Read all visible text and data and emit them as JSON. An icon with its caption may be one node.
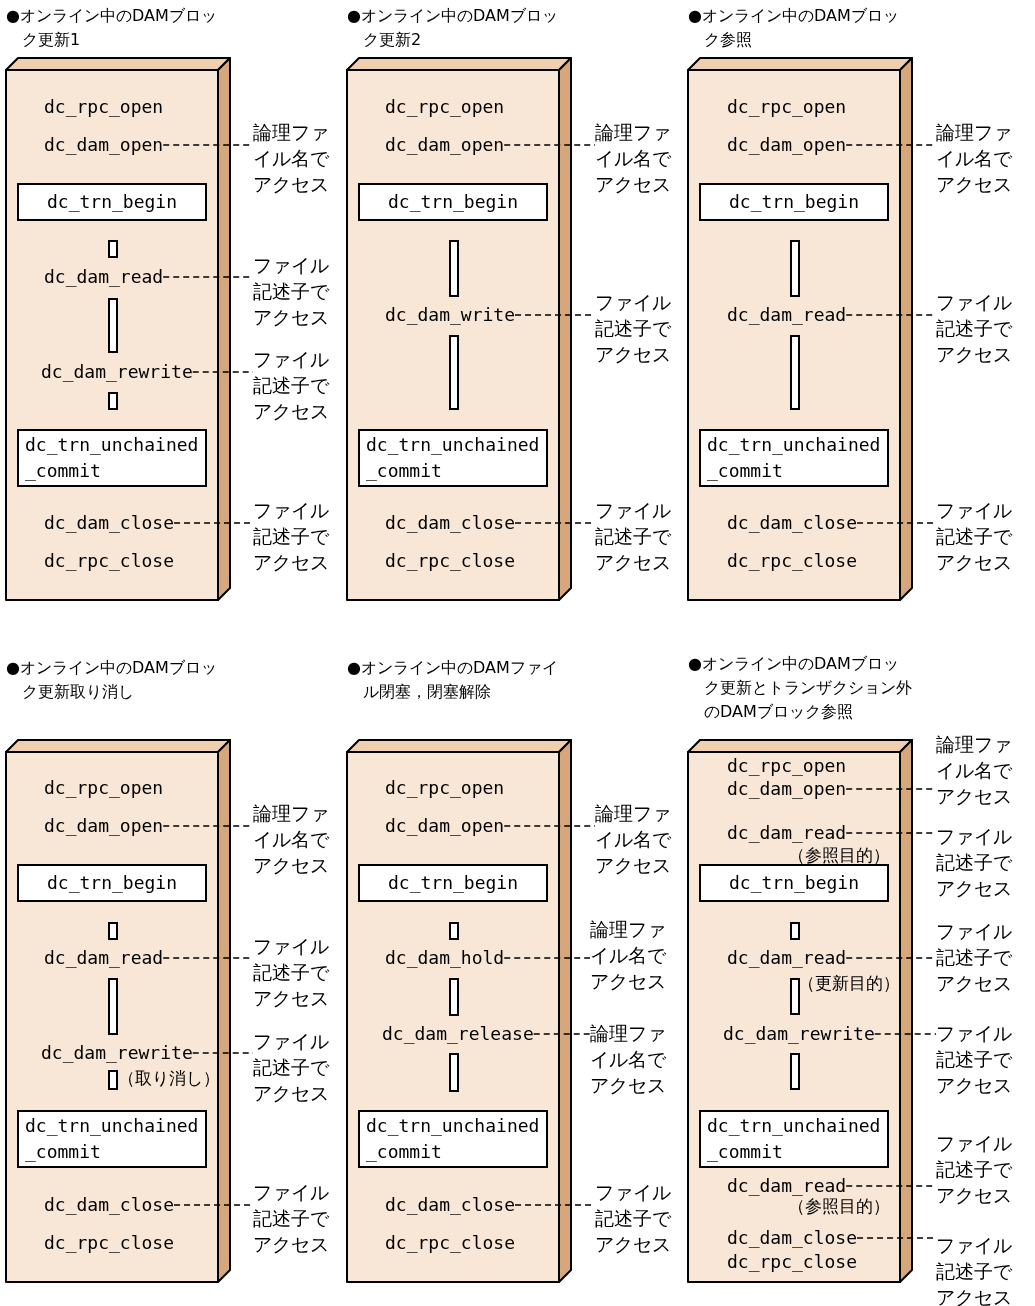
{
  "diagram": {
    "nodes": [
      {
        "text": [
          "●オンライン中のDAMブロック更新1"
        ]
      },
      {
        "text": [
          "dc_rpc_open"
        ],
        "in": 0
      },
      {
        "text": [
          "dc_dam_open"
        ],
        "in": 0
      },
      {
        "text": [
          "dc_trn_begin"
        ],
        "in": 0
      },
      {
        "text": [],
        "shape": "bar",
        "in": 0
      },
      {
        "text": [
          "dc_dam_read"
        ],
        "in": 0
      },
      {
        "text": [],
        "shape": "bar",
        "in": 0
      },
      {
        "text": [
          "dc_dam_rewrite"
        ],
        "in": 0
      },
      {
        "text": [],
        "shape": "bar",
        "in": 0
      },
      {
        "text": [
          "dc_trn_unchained _commit"
        ],
        "in": 0
      },
      {
        "text": [
          "dc_dam_close"
        ],
        "in": 0
      },
      {
        "text": [
          "dc_rpc_close"
        ],
        "in": 0
      },
      {
        "text": [
          "論理ファイル名でアクセス"
        ]
      },
      {
        "text": [
          "ファイル記述子でアクセス"
        ]
      },
      {
        "text": [
          "ファイル記述子でアクセス"
        ]
      },
      {
        "text": [
          "ファイル記述子でアクセス"
        ]
      },
      {
        "text": [
          "●オンライン中のDAMブロック更新2"
        ]
      },
      {
        "text": [
          "dc_rpc_open"
        ],
        "in": 16
      },
      {
        "text": [
          "dc_dam_open"
        ],
        "in": 16
      },
      {
        "text": [
          "dc_trn_begin"
        ],
        "in": 16
      },
      {
        "text": [],
        "shape": "bar",
        "in": 16
      },
      {
        "text": [
          "dc_dam_write"
        ],
        "in": 16
      },
      {
        "text": [],
        "shape": "bar",
        "in": 16
      },
      {
        "text": [
          "dc_trn_unchained _commit"
        ],
        "in": 16
      },
      {
        "text": [
          "dc_dam_close"
        ],
        "in": 16
      },
      {
        "text": [
          "dc_rpc_close"
        ],
        "in": 16
      },
      {
        "text": [
          "論理ファイル名でアクセス"
        ]
      },
      {
        "text": [
          "ファイル記述子でアクセス"
        ]
      },
      {
        "text": [
          "ファイル記述子でアクセス"
        ]
      },
      {
        "text": [
          "●オンライン中のDAMブロック参照"
        ]
      },
      {
        "text": [
          "dc_rpc_open"
        ],
        "in": 29
      },
      {
        "text": [
          "dc_dam_open"
        ],
        "in": 29
      },
      {
        "text": [
          "dc_trn_begin"
        ],
        "in": 29
      },
      {
        "text": [],
        "shape": "bar",
        "in": 29
      },
      {
        "text": [
          "dc_dam_read"
        ],
        "in": 29
      },
      {
        "text": [],
        "shape": "bar",
        "in": 29
      },
      {
        "text": [
          "dc_trn_unchained _commit"
        ],
        "in": 29
      },
      {
        "text": [
          "dc_dam_close"
        ],
        "in": 29
      },
      {
        "text": [
          "dc_rpc_close"
        ],
        "in": 29
      },
      {
        "text": [
          "論理ファイル名でアクセス"
        ]
      },
      {
        "text": [
          "ファイル記述子でアクセス"
        ]
      },
      {
        "text": [
          "ファイル記述子でアクセス"
        ]
      },
      {
        "text": [
          "●オンライン中のDAMブロック更新取り消し"
        ]
      },
      {
        "text": [
          "dc_rpc_open"
        ],
        "in": 42
      },
      {
        "text": [
          "dc_dam_open"
        ],
        "in": 42
      },
      {
        "text": [
          "dc_trn_begin"
        ],
        "in": 42
      },
      {
        "text": [],
        "shape": "bar",
        "in": 42
      },
      {
        "text": [
          "dc_dam_read"
        ],
        "in": 42
      },
      {
        "text": [],
        "shape": "bar",
        "in": 42
      },
      {
        "text": [
          "dc_dam_rewrite"
        ],
        "beside": [
          "（取り消し）"
        ],
        "in": 42
      },
      {
        "text": [],
        "shape": "bar",
        "in": 42
      },
      {
        "text": [
          "dc_trn_unchained _commit"
        ],
        "in": 42
      },
      {
        "text": [
          "dc_dam_close"
        ],
        "in": 42
      },
      {
        "text": [
          "dc_rpc_close"
        ],
        "in": 42
      },
      {
        "text": [
          "論理ファイル名でアクセス"
        ]
      },
      {
        "text": [
          "ファイル記述子でアクセス"
        ]
      },
      {
        "text": [
          "ファイル記述子でアクセス"
        ]
      },
      {
        "text": [
          "ファイル記述子でアクセス"
        ]
      },
      {
        "text": [
          "●オンライン中のDAMファイル閉塞，閉塞解除"
        ]
      },
      {
        "text": [
          "dc_rpc_open"
        ],
        "in": 58
      },
      {
        "text": [
          "dc_dam_open"
        ],
        "in": 58
      },
      {
        "text": [
          "dc_trn_begin"
        ],
        "in": 58
      },
      {
        "text": [],
        "shape": "bar",
        "in": 58
      },
      {
        "text": [
          "dc_dam_hold"
        ],
        "in": 58
      },
      {
        "text": [],
        "shape": "bar",
        "in": 58
      },
      {
        "text": [
          "dc_dam_release"
        ],
        "in": 58
      },
      {
        "text": [],
        "shape": "bar",
        "in": 58
      },
      {
        "text": [
          "dc_trn_unchained _commit"
        ],
        "in": 58
      },
      {
        "text": [
          "dc_dam_close"
        ],
        "in": 58
      },
      {
        "text": [
          "dc_rpc_close"
        ],
        "in": 58
      },
      {
        "text": [
          "論理ファイル名でアクセス"
        ]
      },
      {
        "text": [
          "論理ファイル名でアクセス"
        ]
      },
      {
        "text": [
          "論理ファイル名でアクセス"
        ]
      },
      {
        "text": [
          "ファイル記述子でアクセス"
        ]
      },
      {
        "text": [
          "●オンライン中のDAMブロック更新とトランザクション外のDAMブロック参照"
        ]
      },
      {
        "text": [
          "dc_rpc_open"
        ],
        "in": 74
      },
      {
        "text": [
          "dc_dam_open"
        ],
        "in": 74
      },
      {
        "text": [
          "dc_dam_read"
        ],
        "beside": [
          "（参照目的）"
        ],
        "in": 74
      },
      {
        "text": [
          "dc_trn_begin"
        ],
        "in": 74
      },
      {
        "text": [],
        "shape": "bar",
        "in": 74
      },
      {
        "text": [
          "dc_dam_read"
        ],
        "beside": [
          "（更新目的）"
        ],
        "in": 74
      },
      {
        "text": [],
        "shape": "bar",
        "in": 74
      },
      {
        "text": [
          "dc_dam_rewrite"
        ],
        "in": 74
      },
      {
        "text": [],
        "shape": "bar",
        "in": 74
      },
      {
        "text": [
          "dc_trn_unchained _commit"
        ],
        "in": 74
      },
      {
        "text": [
          "dc_dam_read"
        ],
        "beside": [
          "（参照目的）"
        ],
        "in": 74
      },
      {
        "text": [
          "dc_dam_close"
        ],
        "in": 74
      },
      {
        "text": [
          "dc_rpc_close"
        ],
        "in": 74
      },
      {
        "text": [
          "論理ファイル名でアクセス"
        ]
      },
      {
        "text": [
          "ファイル記述子でアクセス"
        ]
      },
      {
        "text": [
          "ファイル記述子でアクセス"
        ]
      },
      {
        "text": [
          "ファイル記述子でアクセス"
        ]
      },
      {
        "text": [
          "ファイル記述子でアクセス"
        ]
      },
      {
        "text": [
          "ファイル記述子でアクセス"
        ]
      }
    ],
    "edges": [
      {
        "from": 2,
        "to": 12,
        "arrow": "none",
        "style": "dashed"
      },
      {
        "from": 5,
        "to": 13,
        "arrow": "none",
        "style": "dashed"
      },
      {
        "from": 7,
        "to": 14,
        "arrow": "none",
        "style": "dashed"
      },
      {
        "from": 10,
        "to": 15,
        "arrow": "none",
        "style": "dashed"
      },
      {
        "from": 18,
        "to": 26,
        "arrow": "none",
        "style": "dashed"
      },
      {
        "from": 21,
        "to": 27,
        "arrow": "none",
        "style": "dashed"
      },
      {
        "from": 24,
        "to": 28,
        "arrow": "none",
        "style": "dashed"
      },
      {
        "from": 31,
        "to": 39,
        "arrow": "none",
        "style": "dashed"
      },
      {
        "from": 34,
        "to": 40,
        "arrow": "none",
        "style": "dashed"
      },
      {
        "from": 37,
        "to": 41,
        "arrow": "none",
        "style": "dashed"
      },
      {
        "from": 44,
        "to": 54,
        "arrow": "none",
        "style": "dashed"
      },
      {
        "from": 47,
        "to": 55,
        "arrow": "none",
        "style": "dashed"
      },
      {
        "from": 49,
        "to": 56,
        "arrow": "none",
        "style": "dashed"
      },
      {
        "from": 52,
        "to": 57,
        "arrow": "none",
        "style": "dashed"
      },
      {
        "from": 60,
        "to": 70,
        "arrow": "none",
        "style": "dashed"
      },
      {
        "from": 63,
        "to": 71,
        "arrow": "none",
        "style": "dashed"
      },
      {
        "from": 65,
        "to": 72,
        "arrow": "none",
        "style": "dashed"
      },
      {
        "from": 68,
        "to": 73,
        "arrow": "none",
        "style": "dashed"
      },
      {
        "from": 76,
        "to": 88,
        "arrow": "none",
        "style": "dashed"
      },
      {
        "from": 77,
        "to": 89,
        "arrow": "none",
        "style": "dashed"
      },
      {
        "from": 80,
        "to": 90,
        "arrow": "none",
        "style": "dashed"
      },
      {
        "from": 82,
        "to": 91,
        "arrow": "none",
        "style": "dashed"
      },
      {
        "from": 85,
        "to": 92,
        "arrow": "none",
        "style": "dashed"
      },
      {
        "from": 86,
        "to": 93,
        "arrow": "none",
        "style": "dashed"
      }
    ]
  }
}
